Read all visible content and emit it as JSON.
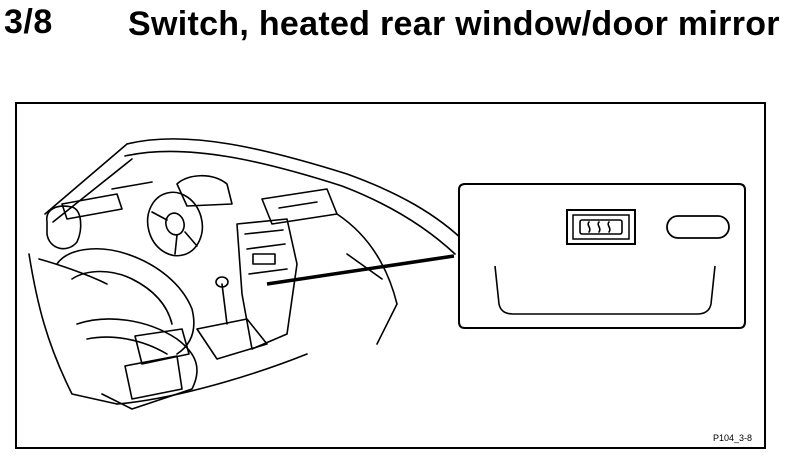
{
  "section": {
    "number": "3/8",
    "title": "Switch, heated rear window/door mirror"
  },
  "figure": {
    "code": "P104_3-8",
    "icon": "heated-rear-window-icon"
  }
}
